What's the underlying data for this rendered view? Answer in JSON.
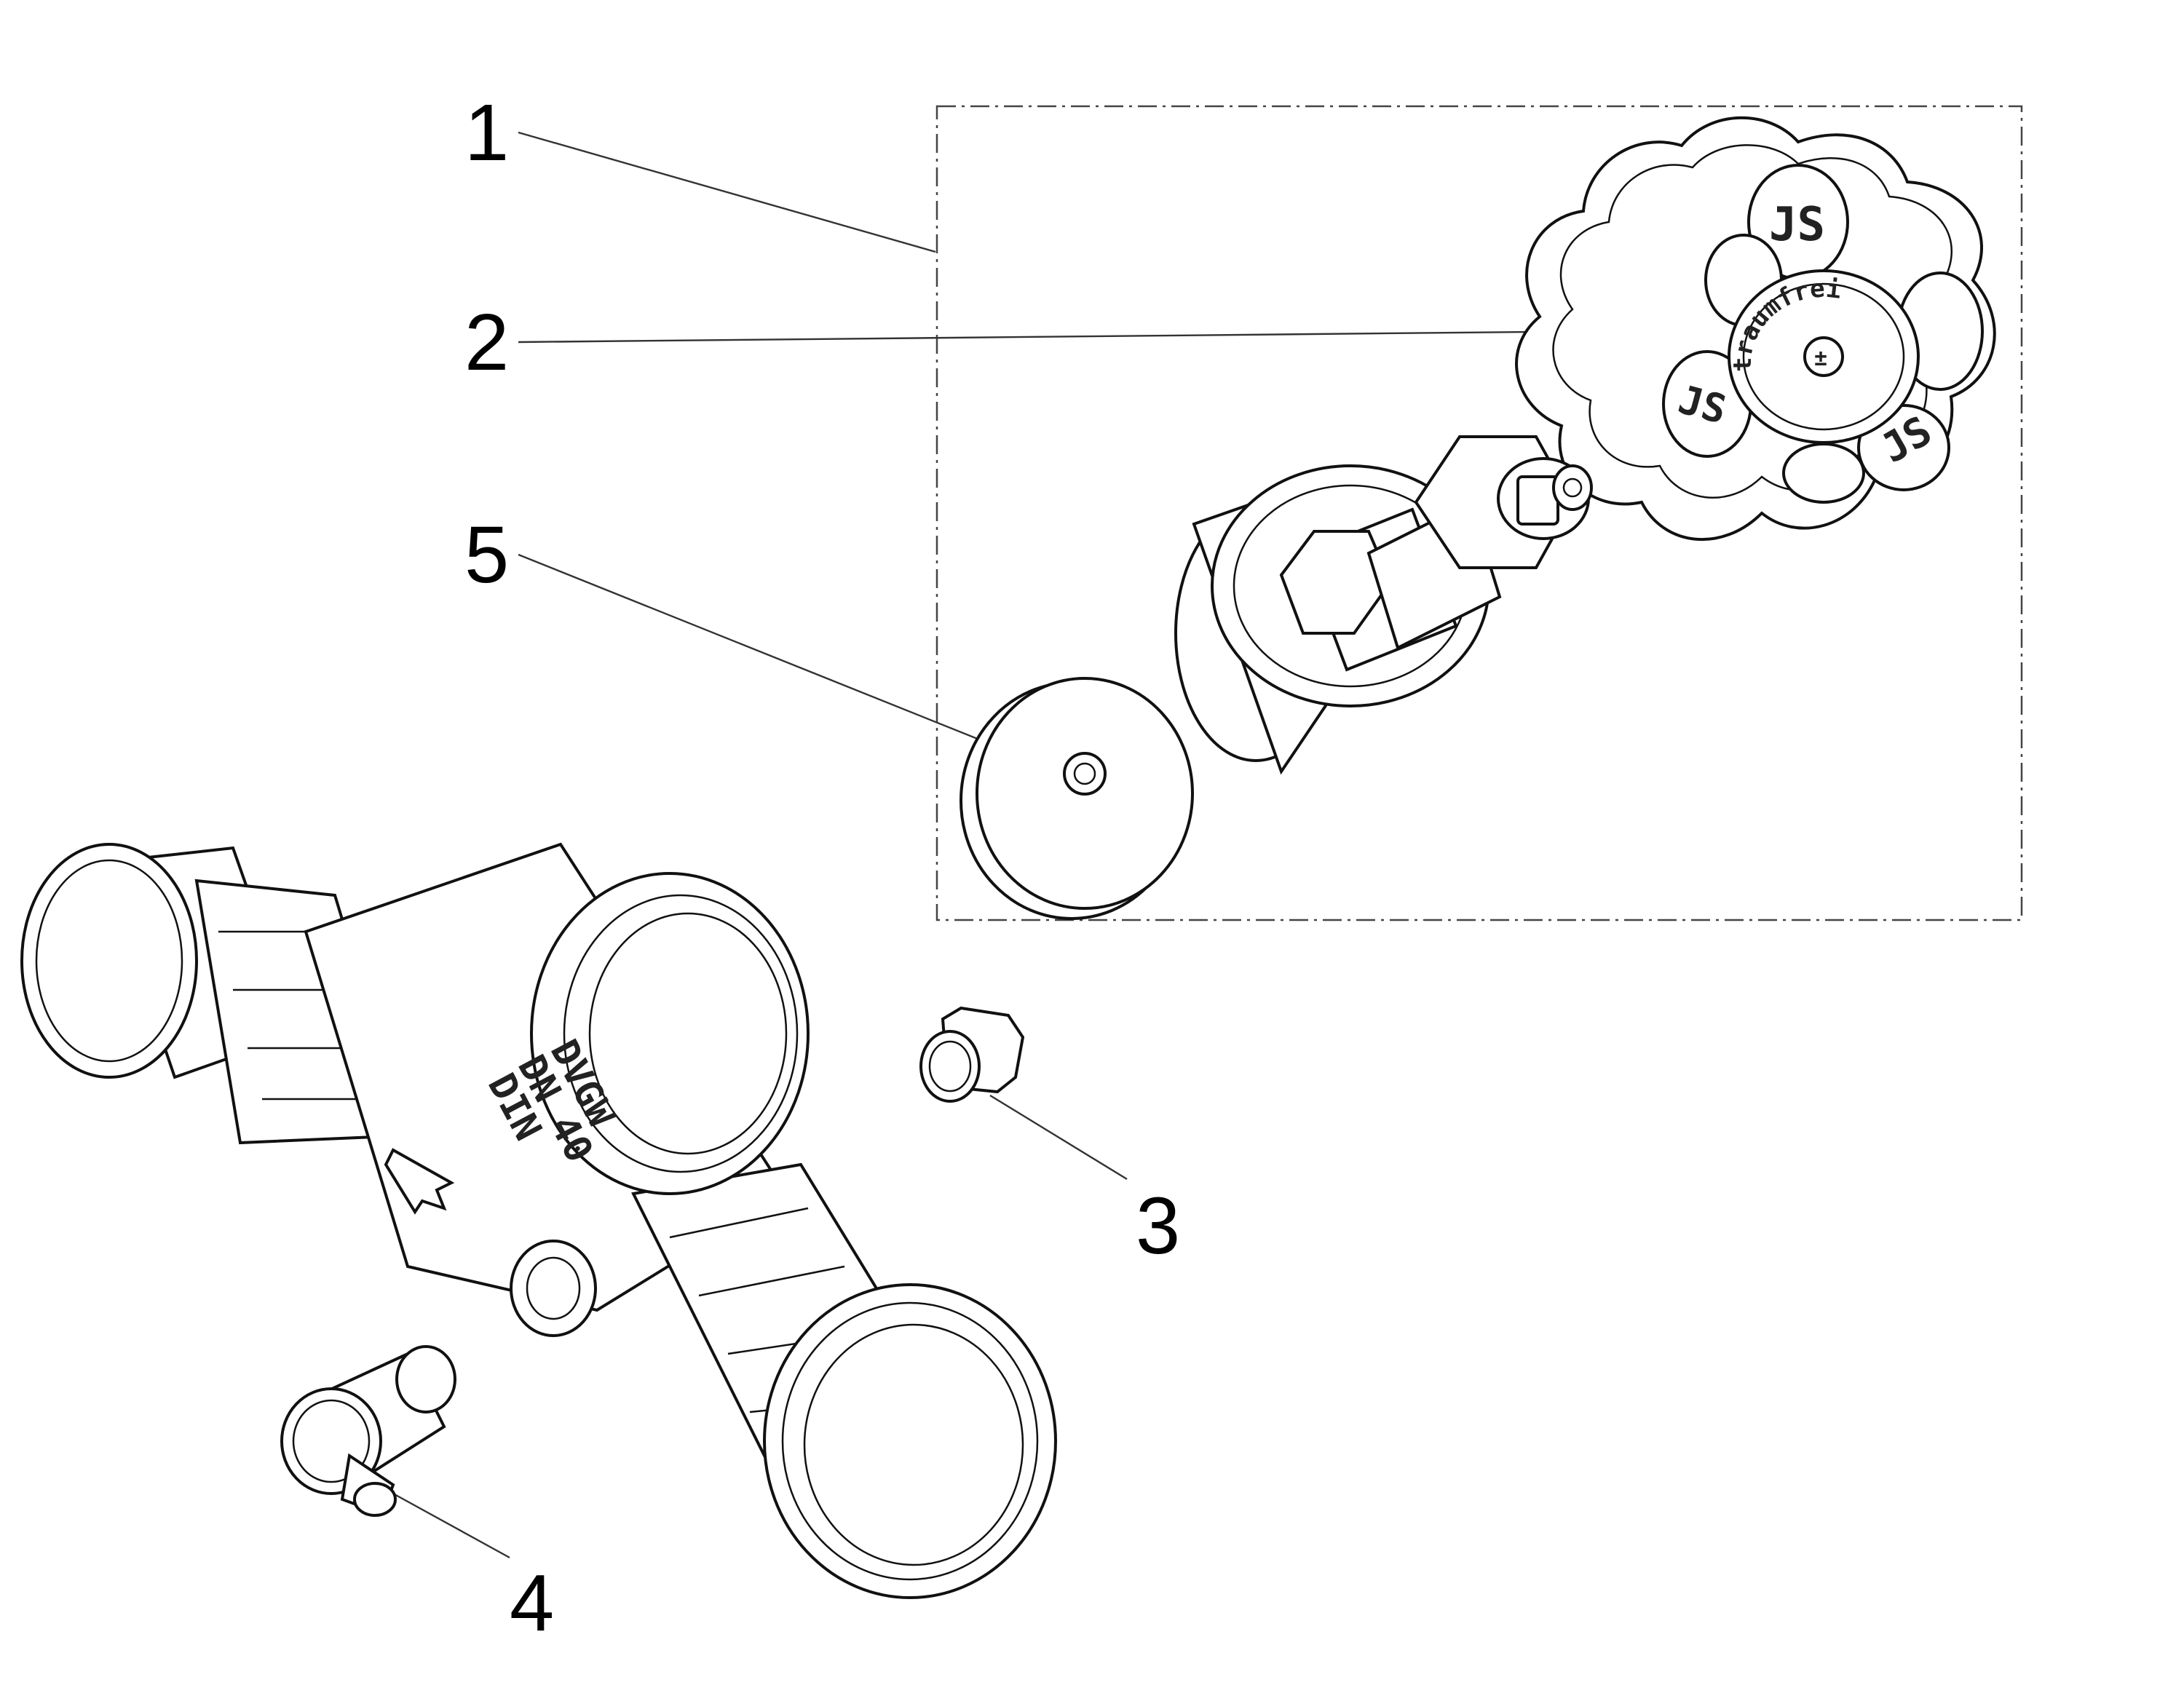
{
  "callouts": [
    {
      "id": "1",
      "label": "1"
    },
    {
      "id": "2",
      "label": "2"
    },
    {
      "id": "3",
      "label": "3"
    },
    {
      "id": "4",
      "label": "4"
    },
    {
      "id": "5",
      "label": "5"
    }
  ],
  "handwheel": {
    "ring_text": "traumfrei",
    "logo_text": "JS"
  },
  "valve_body": {
    "markings": [
      "DVGW",
      "DN 40",
      "DIN"
    ]
  }
}
